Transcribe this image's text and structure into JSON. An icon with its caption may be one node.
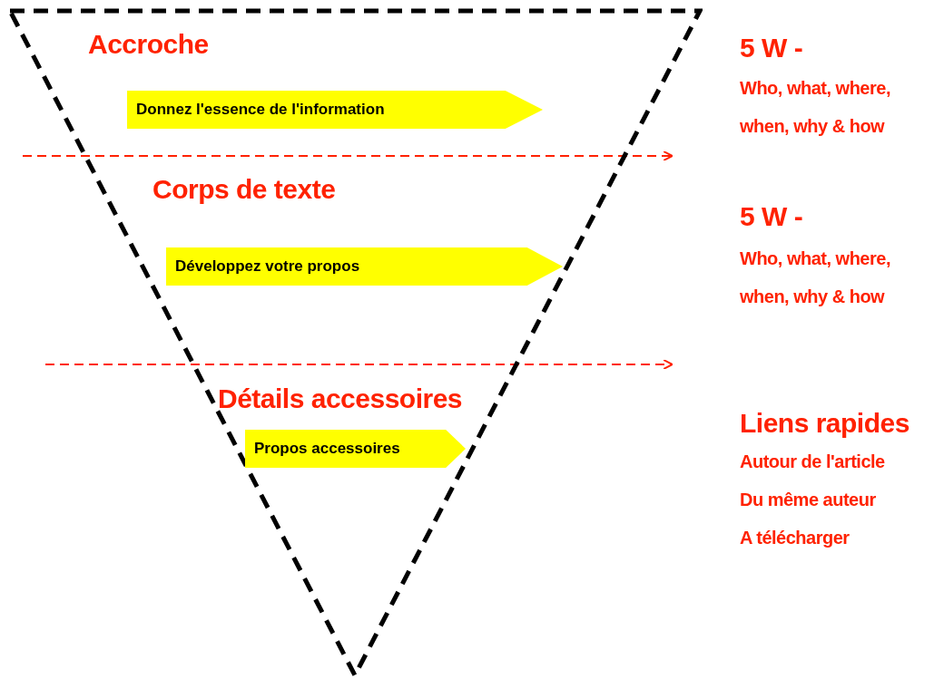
{
  "diagram": {
    "nodes": [
      {
        "text": [],
        "shape": "triangle"
      },
      {
        "text": [
          "Donnez l'essence de l'information"
        ],
        "in": 0
      },
      {
        "text": [
          "Développez votre propos"
        ],
        "in": 0
      },
      {
        "text": [
          "Propos accessoires"
        ],
        "in": 0
      }
    ],
    "labels": [
      "Accroche",
      "5 W -",
      "Who, what, where, when, why & how",
      "Corps de texte",
      "5 W -",
      "Who, what, where, when, why & how",
      "Détails accessoires",
      "Liens rapides",
      "Autour de l'article",
      "Du même auteur",
      "A télécharger"
    ]
  }
}
